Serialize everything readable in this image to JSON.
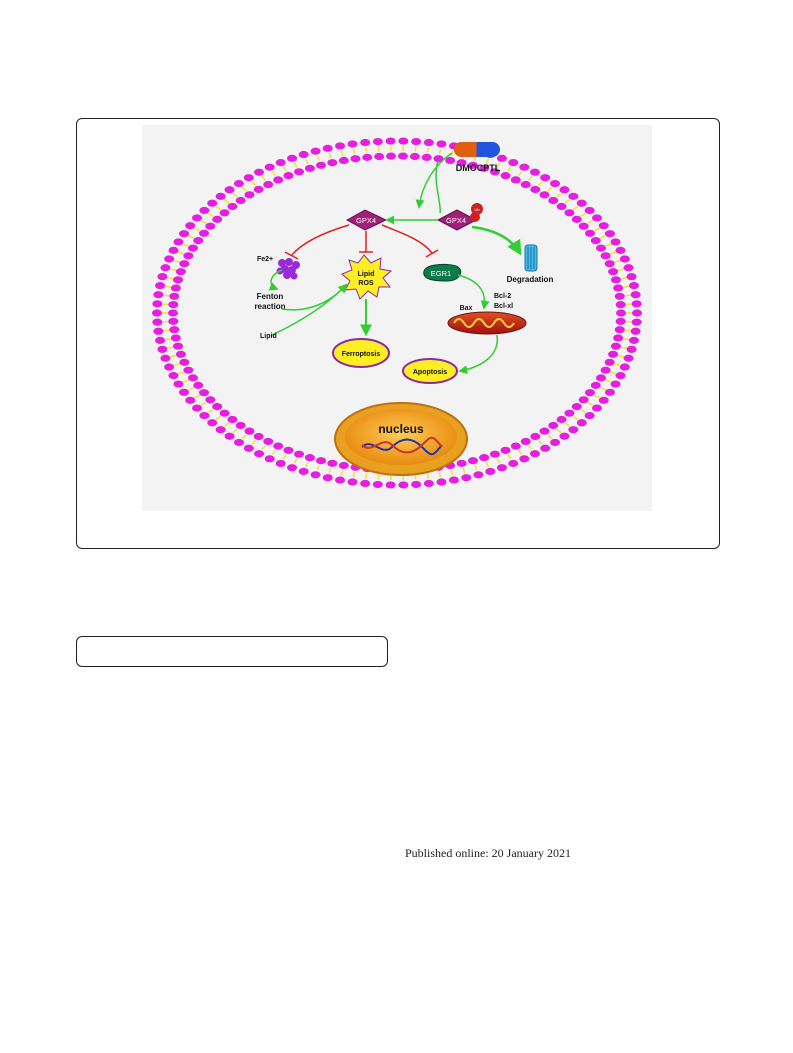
{
  "figure": {
    "drug_label": "DMOCPTL",
    "gpx4_left_label": "GPX4",
    "gpx4_right_label": "GPX4",
    "ub_label": "Ub",
    "fe_label": "Fe2+",
    "fenton_label_line1": "Fenton",
    "fenton_label_line2": "reaction",
    "lipid_label": "Lipid",
    "lipid_ros_line1": "Lipid",
    "lipid_ros_line2": "ROS",
    "egr1_label": "EGR1",
    "degradation_label": "Degradation",
    "bax_label": "Bax",
    "bcl2_label": "Bcl-2",
    "bclxl_label": "Bcl-xl",
    "ferroptosis_label": "Ferroptosis",
    "apoptosis_label": "Apoptosis",
    "nucleus_label": "nucleus",
    "colors": {
      "membrane_head": "#e61ee0",
      "membrane_tail": "#e8e830",
      "inhibition": "#e02020",
      "activation": "#33cc33",
      "gpx4": "#a0207a",
      "egr1": "#0d7a4a",
      "ros_star": "#ffee22",
      "nucleus": "#f0a020",
      "outcome_fill": "#ffee22",
      "outcome_border": "#8a2aa8"
    }
  },
  "footer": {
    "published": "Published online: 20 January 2021"
  }
}
